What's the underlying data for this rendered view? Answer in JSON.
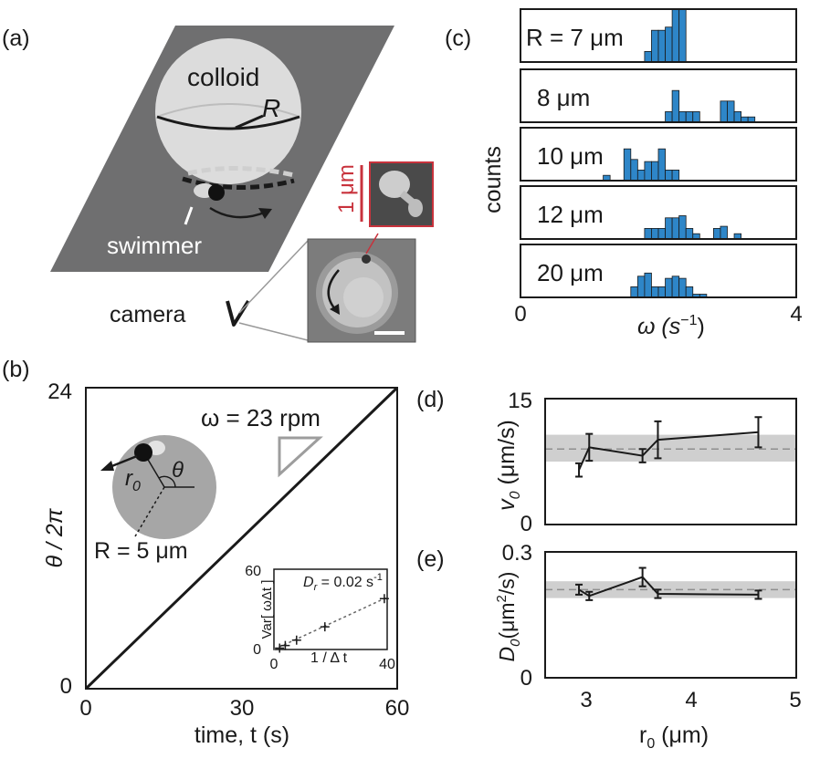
{
  "panels": {
    "a": {
      "label": "(a)",
      "colloid": "colloid",
      "radius": "R",
      "swimmer": "swimmer",
      "camera": "camera",
      "scalebar": "1 μm",
      "colors": {
        "plane": "#6f6f70",
        "colloid": "#dcdcdc",
        "scalebar": "#c8323c",
        "frame": "#c8323c"
      }
    },
    "b": {
      "label": "(b)",
      "ylabel": "θ / 2π",
      "xlabel": "time, t (s)",
      "omega": "ω = 23 rpm",
      "radius_text": "R = 5 μm",
      "theta": "θ",
      "r0": "r",
      "r0_sub": "0",
      "inset": {
        "dr": "D",
        "dr_sub": "r",
        "dr_value": " = 0.02 s",
        "dr_exp": "-1",
        "ylabel": "Var[ ωΔt ]",
        "xlabel": "1 / Δ t"
      }
    },
    "c": {
      "label": "(c)",
      "ylabel": "counts",
      "xlabel": "ω (s",
      "xlabel_exp": "−1",
      "xlabel_close": ")",
      "color": "#2e86c8"
    },
    "d": {
      "label": "(d)",
      "ylabel": "v",
      "ylabel_sub": "0",
      "ylabel_unit": " (μm/s)"
    },
    "e": {
      "label": "(e)",
      "ylabel": "D",
      "ylabel_sub": "0",
      "ylabel_unit": "(μm",
      "ylabel_exp": "2",
      "ylabel_close": "/s)",
      "xlabel": "r",
      "xlabel_sub": "0",
      "xlabel_unit": " (μm)"
    }
  },
  "chart_data": [
    {
      "type": "line",
      "panel": "b",
      "x": [
        0,
        60
      ],
      "y": [
        0,
        24
      ],
      "xlim": [
        0,
        60
      ],
      "ylim": [
        0,
        24
      ],
      "xticks": [
        "0",
        "30",
        "60"
      ],
      "yticks": [
        "0",
        "24"
      ]
    },
    {
      "type": "scatter",
      "panel": "b-inset",
      "x": [
        2,
        4,
        8,
        18,
        39
      ],
      "y": [
        1,
        3,
        7,
        17,
        38
      ],
      "fit": {
        "x": [
          0,
          40
        ],
        "y": [
          0,
          39
        ]
      },
      "xlim": [
        0,
        40
      ],
      "ylim": [
        0,
        60
      ],
      "xticks": [
        "0",
        "40"
      ],
      "yticks": [
        "0",
        "60"
      ]
    },
    {
      "type": "bar",
      "panel": "c",
      "xlim": [
        0,
        4
      ],
      "xticks": [
        "0",
        "4"
      ],
      "histograms": [
        {
          "label": "R = 7 μm",
          "bins": [
            [
              1.85,
              1
            ],
            [
              1.95,
              3
            ],
            [
              2.05,
              3
            ],
            [
              2.15,
              3.3
            ],
            [
              2.25,
              5
            ],
            [
              2.35,
              5
            ]
          ]
        },
        {
          "label": "8 μm",
          "bins": [
            [
              2.15,
              1
            ],
            [
              2.25,
              3
            ],
            [
              2.35,
              1
            ],
            [
              2.45,
              1
            ],
            [
              2.55,
              1
            ],
            [
              2.95,
              2
            ],
            [
              3.05,
              2
            ],
            [
              3.15,
              1
            ],
            [
              3.25,
              0.5
            ],
            [
              3.35,
              0.5
            ]
          ]
        },
        {
          "label": "10 μm",
          "bins": [
            [
              1.25,
              0.5
            ],
            [
              1.55,
              3
            ],
            [
              1.65,
              2
            ],
            [
              1.75,
              1
            ],
            [
              1.85,
              1.8
            ],
            [
              1.95,
              1.8
            ],
            [
              2.05,
              3
            ],
            [
              2.15,
              1
            ],
            [
              2.25,
              1
            ]
          ]
        },
        {
          "label": "12 μm",
          "bins": [
            [
              1.85,
              1
            ],
            [
              1.95,
              1
            ],
            [
              2.05,
              1
            ],
            [
              2.15,
              2
            ],
            [
              2.25,
              2
            ],
            [
              2.35,
              2.2
            ],
            [
              2.45,
              1
            ],
            [
              2.55,
              0.5
            ],
            [
              2.85,
              1
            ],
            [
              2.95,
              1.2
            ],
            [
              3.15,
              0.5
            ]
          ]
        },
        {
          "label": "20 μm",
          "bins": [
            [
              1.65,
              1
            ],
            [
              1.75,
              2
            ],
            [
              1.85,
              2.3
            ],
            [
              1.95,
              1
            ],
            [
              2.05,
              1
            ],
            [
              2.15,
              1.8
            ],
            [
              2.25,
              2
            ],
            [
              2.35,
              1.8
            ],
            [
              2.45,
              1
            ],
            [
              2.55,
              0.3
            ],
            [
              2.65,
              0.3
            ]
          ]
        }
      ]
    },
    {
      "type": "line",
      "panel": "d",
      "x": [
        2.88,
        2.98,
        3.5,
        3.65,
        4.63
      ],
      "y": [
        6.5,
        9.2,
        8.2,
        10.1,
        11.0
      ],
      "err": [
        0.8,
        1.6,
        0.8,
        2.2,
        1.8
      ],
      "mean": 9.0,
      "band": [
        7.5,
        10.7
      ],
      "xlim": [
        2.55,
        5
      ],
      "ylim": [
        0,
        15
      ],
      "yticks": [
        "0",
        "15"
      ]
    },
    {
      "type": "line",
      "panel": "e",
      "x": [
        2.88,
        2.98,
        3.5,
        3.65,
        4.63
      ],
      "y": [
        0.21,
        0.195,
        0.24,
        0.2,
        0.198
      ],
      "err": [
        0.012,
        0.01,
        0.022,
        0.01,
        0.01
      ],
      "mean": 0.21,
      "band": [
        0.19,
        0.23
      ],
      "xlim": [
        2.55,
        5
      ],
      "ylim": [
        0,
        0.3
      ],
      "yticks": [
        "0",
        "0.3"
      ],
      "xticks": [
        "3",
        "4",
        "5"
      ]
    }
  ]
}
